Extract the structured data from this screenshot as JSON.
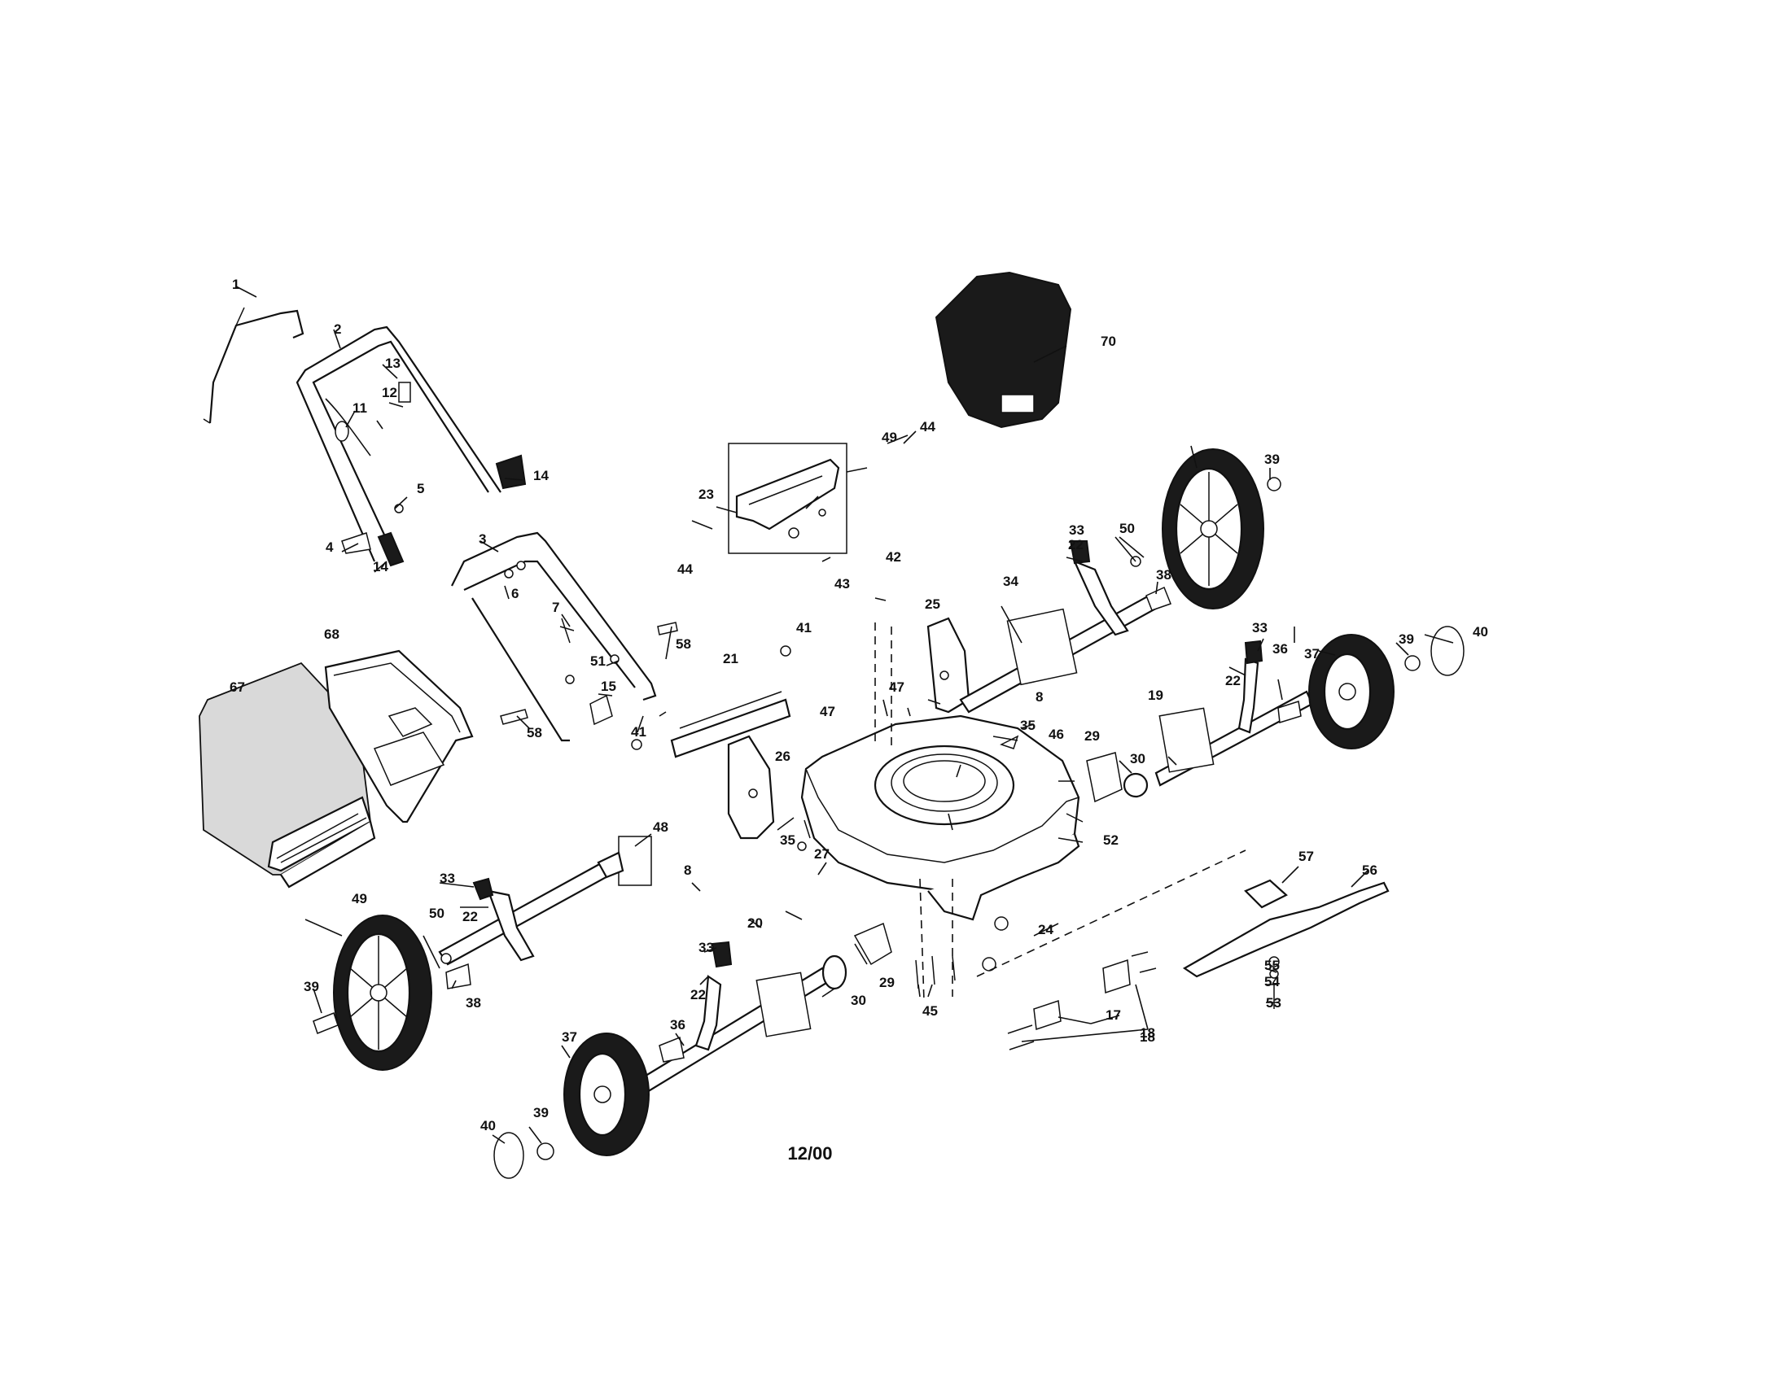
{
  "diagram": {
    "date_code": "12/00",
    "labels": [
      "1",
      "2",
      "3",
      "4",
      "5",
      "6",
      "7",
      "8",
      "8",
      "11",
      "12",
      "13",
      "14",
      "14",
      "15",
      "17",
      "18",
      "18",
      "19",
      "20",
      "21",
      "22",
      "22",
      "22",
      "22",
      "23",
      "24",
      "25",
      "26",
      "27",
      "29",
      "29",
      "30",
      "30",
      "33",
      "33",
      "33",
      "33",
      "34",
      "35",
      "35",
      "36",
      "36",
      "37",
      "37",
      "38",
      "38",
      "39",
      "39",
      "39",
      "39",
      "40",
      "40",
      "41",
      "41",
      "42",
      "43",
      "44",
      "44",
      "45",
      "46",
      "47",
      "47",
      "48",
      "49",
      "49",
      "50",
      "50",
      "51",
      "52",
      "53",
      "54",
      "55",
      "56",
      "57",
      "58",
      "58",
      "67",
      "68",
      "70"
    ]
  }
}
